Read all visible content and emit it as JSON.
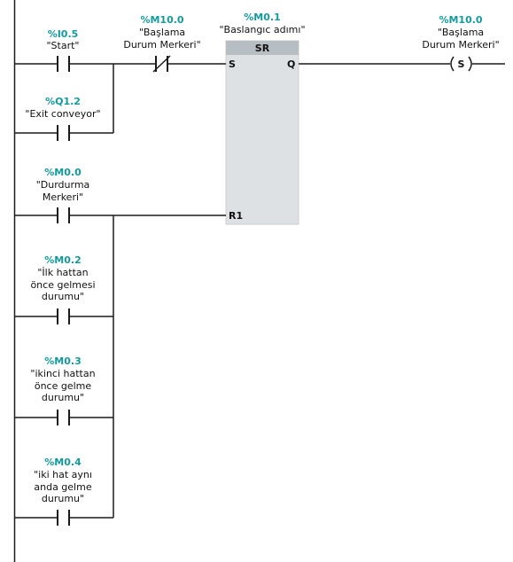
{
  "colors": {
    "address": "#149a9e",
    "wire": "#1a1a1a",
    "block_fill": "#dde1e4",
    "block_header": "#b7bec3"
  },
  "network": {
    "contacts": [
      {
        "id": "start",
        "type": "NO-contact",
        "address": "%I0.5",
        "symbol": "\"Start\""
      },
      {
        "id": "exit-conveyor",
        "type": "NO-contact",
        "address": "%Q1.2",
        "symbol": "\"Exit conveyor\""
      },
      {
        "id": "baslama-merkeri-nc",
        "type": "NC-contact",
        "address": "%M10.0",
        "symbol": "\"Başlama\nDurum Merkeri\""
      },
      {
        "id": "durdurma-merkeri",
        "type": "NO-contact",
        "address": "%M0.0",
        "symbol": "\"Durdurma\nMerkeri\""
      },
      {
        "id": "ilk-hattan",
        "type": "NO-contact",
        "address": "%M0.2",
        "symbol": "\"İlk hattan\nönce gelmesi\ndurumu\""
      },
      {
        "id": "ikinci-hattan",
        "type": "NO-contact",
        "address": "%M0.3",
        "symbol": "\"ikinci hattan\nönce gelme\ndurumu\""
      },
      {
        "id": "iki-hat",
        "type": "NO-contact",
        "address": "%M0.4",
        "symbol": "\"iki hat aynı\nanda gelme\ndurumu\""
      }
    ],
    "sr_block": {
      "address": "%M0.1",
      "symbol": "\"Baslangıc adımı\"",
      "title": "SR",
      "pin_s": "S",
      "pin_r1": "R1",
      "pin_q": "Q"
    },
    "coil": {
      "type": "set-coil",
      "address": "%M10.0",
      "symbol": "\"Başlama\nDurum Merkeri\"",
      "glyph": "S"
    }
  }
}
